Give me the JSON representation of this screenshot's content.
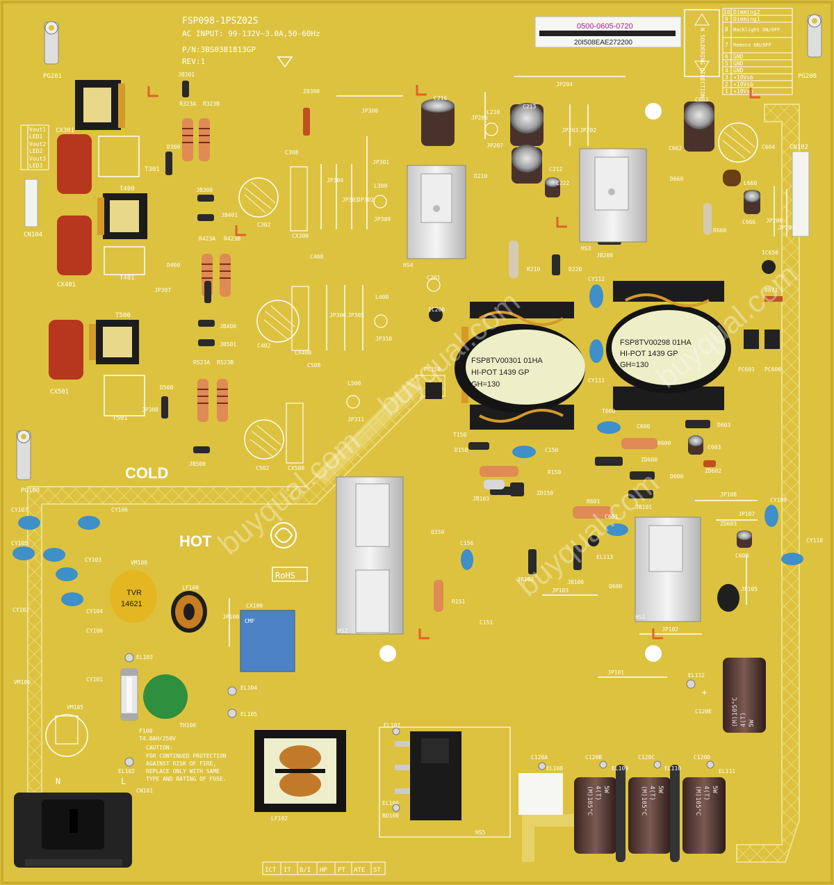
{
  "board": {
    "model": "FSP098-1PSZ02S",
    "ac_input": "AC INPUT: 99-132V~3.0A,50-60Hz",
    "part_number": "P/N:3BS0381813GP",
    "rev": "REV:1",
    "sticker_top": "0500-0605-0720",
    "sticker_bottom": "20I508EAE272200",
    "cold_label": "COLD",
    "hot_label": "HOT",
    "rohs": "RoHS",
    "caution": "CAUTION:",
    "caution_lines": [
      "FOR CONTINUED PROTECTION",
      "AGAINST RISK OF FIRE,",
      "REPLACE ONLY WITH SAME",
      "TYPE AND RATING OF FUSE."
    ],
    "fuse_rating": "T4.0AH/250V",
    "solder_dir": "N SOLDERING DIRECTION",
    "watermark": "buyqual.com",
    "colors": {
      "board": "#dcc13e",
      "silk": "#ffffff",
      "trace": "#e6cf5c"
    }
  },
  "transformers": {
    "t150": [
      "FSP8TV00301 01HA",
      "HI-POT 1439 GP",
      "GH=130"
    ],
    "t600": [
      "FSP8TV00298 01HA",
      "HI-POT 1439 GP",
      "GH=130"
    ]
  },
  "varistor": [
    "TVR",
    "14621"
  ],
  "connector_left": [
    "Vout1",
    "LED1",
    "Vout2",
    "LED2",
    "Vout3",
    "LED3"
  ],
  "connector_right": [
    {
      "pin": "10",
      "name": "Dimming2"
    },
    {
      "pin": "9",
      "name": "Dimming1"
    },
    {
      "pin": "8",
      "name": "Backlight ON/OFF"
    },
    {
      "pin": "7",
      "name": "Remote ON/OFF"
    },
    {
      "pin": "6",
      "name": "GND"
    },
    {
      "pin": "5",
      "name": "GND"
    },
    {
      "pin": "4",
      "name": "GND"
    },
    {
      "pin": "3",
      "name": "+19Vsb"
    },
    {
      "pin": "2",
      "name": "+19Vsb"
    },
    {
      "pin": "1",
      "name": "+19Vsb"
    }
  ],
  "test_points": [
    "ICT",
    "IT",
    "B/I",
    "HP",
    "PT",
    "ATE",
    "ST"
  ],
  "refs": {
    "pg201": "PG201",
    "pg200": "PG200",
    "pg100": "PG100",
    "jb301": "JB301",
    "z300": "Z0300",
    "jp300": "JP300",
    "jp204": "JP204",
    "c216": "C216",
    "l210": "L210",
    "c213": "C213",
    "c212": "C212",
    "c222": "C222",
    "jp205": "JP205",
    "jp207": "JP207",
    "jp203": "JP203",
    "jp202": "JP202",
    "c663": "C663",
    "c662": "C662",
    "c664": "C664",
    "cn102": "CN102",
    "d660": "D660",
    "l660": "L660",
    "c666": "C666",
    "r660": "R660",
    "jp200": "JP200",
    "jp201": "JP201",
    "r323a": "R323A",
    "r323b": "R323B",
    "cx301": "CX301",
    "t301": "T301",
    "t400": "T400",
    "d300": "D300",
    "c308": "C308",
    "jb300": "JB300",
    "jb401": "JB401",
    "cn104": "CN104",
    "c302": "C302",
    "cx300": "CX300",
    "jp304": "JP304",
    "jp303": "JP303",
    "jp302": "JP302",
    "jp301": "JP301",
    "l300": "L300",
    "jp309": "JP309",
    "d210": "D210",
    "hs3": "HS3",
    "hs4": "HS4",
    "r210": "R210",
    "d220": "D220",
    "jb200": "JB200",
    "r423a": "R423A",
    "r423b": "R423B",
    "cx401": "CX401",
    "t401": "T401",
    "d400": "D400",
    "jp307": "JP307",
    "c408": "C408",
    "c201": "C201",
    "ic200": "IC200",
    "cy112": "CY112",
    "ic650": "IC650",
    "r671": "R671",
    "t500": "T500",
    "jb400": "JB400",
    "jb501": "JB501",
    "c402": "C402",
    "cx400": "CX400",
    "jp306": "JP306",
    "jp305": "JP305",
    "l400": "L400",
    "jp310": "JP310",
    "pc601": "PC601",
    "pc600": "PC600",
    "pc150": "PC150",
    "cy111": "CY111",
    "r523a": "R523A",
    "r523b": "R523B",
    "cx501": "CX501",
    "jp308": "JP308",
    "t501": "T501",
    "d500": "D500",
    "c508": "C508",
    "l500": "L500",
    "jp311": "JP311",
    "t150": "T150",
    "t600": "T600",
    "c600": "C600",
    "d603": "D603",
    "r600": "R600",
    "c603": "C603",
    "jb500": "JB500",
    "c502": "C502",
    "cx500": "CX500",
    "d150": "D150",
    "c150": "C150",
    "zd600": "ZD600",
    "zd602": "ZD602",
    "r150": "R150",
    "d600": "D600",
    "cy107": "CY107",
    "cy106": "CY106",
    "cy105": "CY105",
    "cy103": "CY103",
    "cy102": "CY102",
    "cy104": "CY104",
    "cy100": "CY100",
    "cy101": "CY101",
    "jb103": "JB103",
    "zd150": "ZD150",
    "jb101": "JB101",
    "jp108": "JP108",
    "r601": "R601",
    "cy109": "CY109",
    "jp107": "JP107",
    "zd603": "ZD603",
    "c601": "C601",
    "q150": "Q150",
    "c156": "C156",
    "jb102": "JB102",
    "jb100": "JB100",
    "el113": "EL113",
    "q600": "Q600",
    "c608": "C608",
    "cy110": "CY110",
    "vm100": "VM100",
    "lf100": "LF100",
    "jp100": "JP100",
    "cx100": "CX100",
    "r151": "R151",
    "hs2": "HS2",
    "jp103": "JP103",
    "jp105": "JP105",
    "hs1": "HS1",
    "c151": "C151",
    "jp102": "JP102",
    "el103": "EL103",
    "vm106": "VM106",
    "el104": "EL104",
    "el105": "EL105",
    "th100": "TH100",
    "vm105": "VM105",
    "f100": "F100",
    "el102": "EL102",
    "jp101": "JP101",
    "el112": "EL112",
    "c120e": "C120E",
    "el107": "EL107",
    "el106": "EL106",
    "bd100": "BD100",
    "hs5": "HS5",
    "lf102": "LF102",
    "cn101": "CN101",
    "c120a": "C120A",
    "el108": "EL108",
    "c120b": "C120B",
    "el109": "EL109",
    "c120c": "C120C",
    "el110": "EL110",
    "c120d": "C120D",
    "el111": "EL111",
    "n": "N",
    "l": "L",
    "plus": "+"
  },
  "cap_print": [
    "(M)105°C",
    "4(T)",
    "5W"
  ]
}
